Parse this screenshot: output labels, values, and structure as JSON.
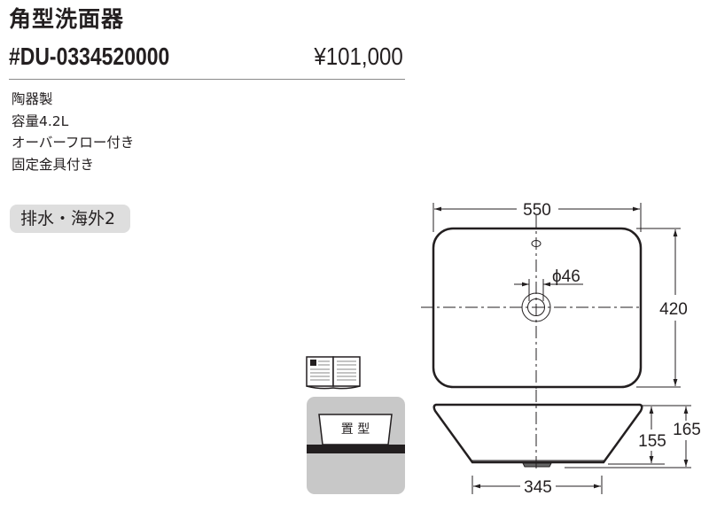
{
  "product": {
    "title": "角型洗面器",
    "model_number": "#DU-0334520000",
    "price": "¥101,000"
  },
  "specs": [
    "陶器製",
    "容量4.2L",
    "オーバーフロー付き",
    "固定金具付き"
  ],
  "badge": {
    "label": "排水・海外2"
  },
  "icons": {
    "manual": "open-book-icon",
    "install_type": {
      "label": "置 型",
      "icon": "vessel-mount-icon"
    }
  },
  "drawing": {
    "top_view": {
      "width_label": "550",
      "depth_label": "420",
      "drain_label": "ϕ46"
    },
    "side_view": {
      "base_width_label": "345",
      "bowl_height_label": "155",
      "total_height_label": "165"
    }
  },
  "colors": {
    "text": "#231f20",
    "badge_bg": "#dedede",
    "icon_panel_bg": "#c8c8c8",
    "rule": "#8a8a8a"
  }
}
